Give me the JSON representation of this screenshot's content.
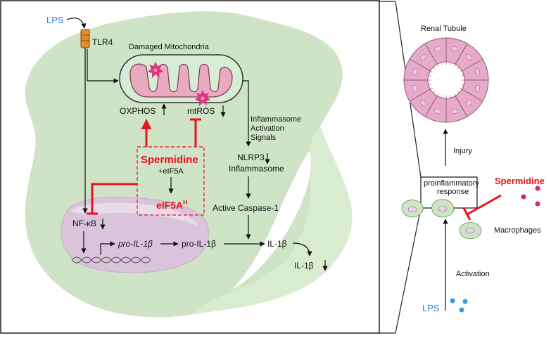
{
  "left": {
    "lps": "LPS",
    "tlr4": "TLR4",
    "damaged_mitochondria": "Damaged Mitochondria",
    "oxphos": "OXPHOS",
    "mtros": "mtROS",
    "inflammasome_signals": [
      "Inflammasome",
      "Activation",
      "Signals"
    ],
    "nlrp3_line1": "NLRP3",
    "nlrp3_line2": "Inflammasome",
    "active_caspase": "Active Caspase-1",
    "spermidine": "Spermidine",
    "eif5a": "+eIF5A",
    "eif5ah": "eIF5A",
    "eif5ah_sup": "H",
    "nfkb": "NF-κB",
    "pro_il1b_gene": "pro-IL-1β",
    "pro_il1b": "pro-IL-1β",
    "il1b": "IL-1β",
    "il1b_secreted": "IL-1β"
  },
  "right": {
    "renal_tubule": "Renal Tubule",
    "injury": "Injury",
    "proinflammatory_line1": "proinflammatory",
    "proinflammatory_line2": "response",
    "spermidine": "Spermidine",
    "macrophages": "Macrophages",
    "activation": "Activation",
    "lps": "LPS"
  },
  "colors": {
    "cell": "#cfe3c6",
    "mito_fill": "#d6ecd4",
    "mito_inner": "#e9a9bf",
    "nucleus": "#d9c4dc",
    "tubule": "#e7aacb",
    "red": "#e8121b",
    "blue": "#2f7fd0",
    "receptor": "#e58a2c"
  }
}
